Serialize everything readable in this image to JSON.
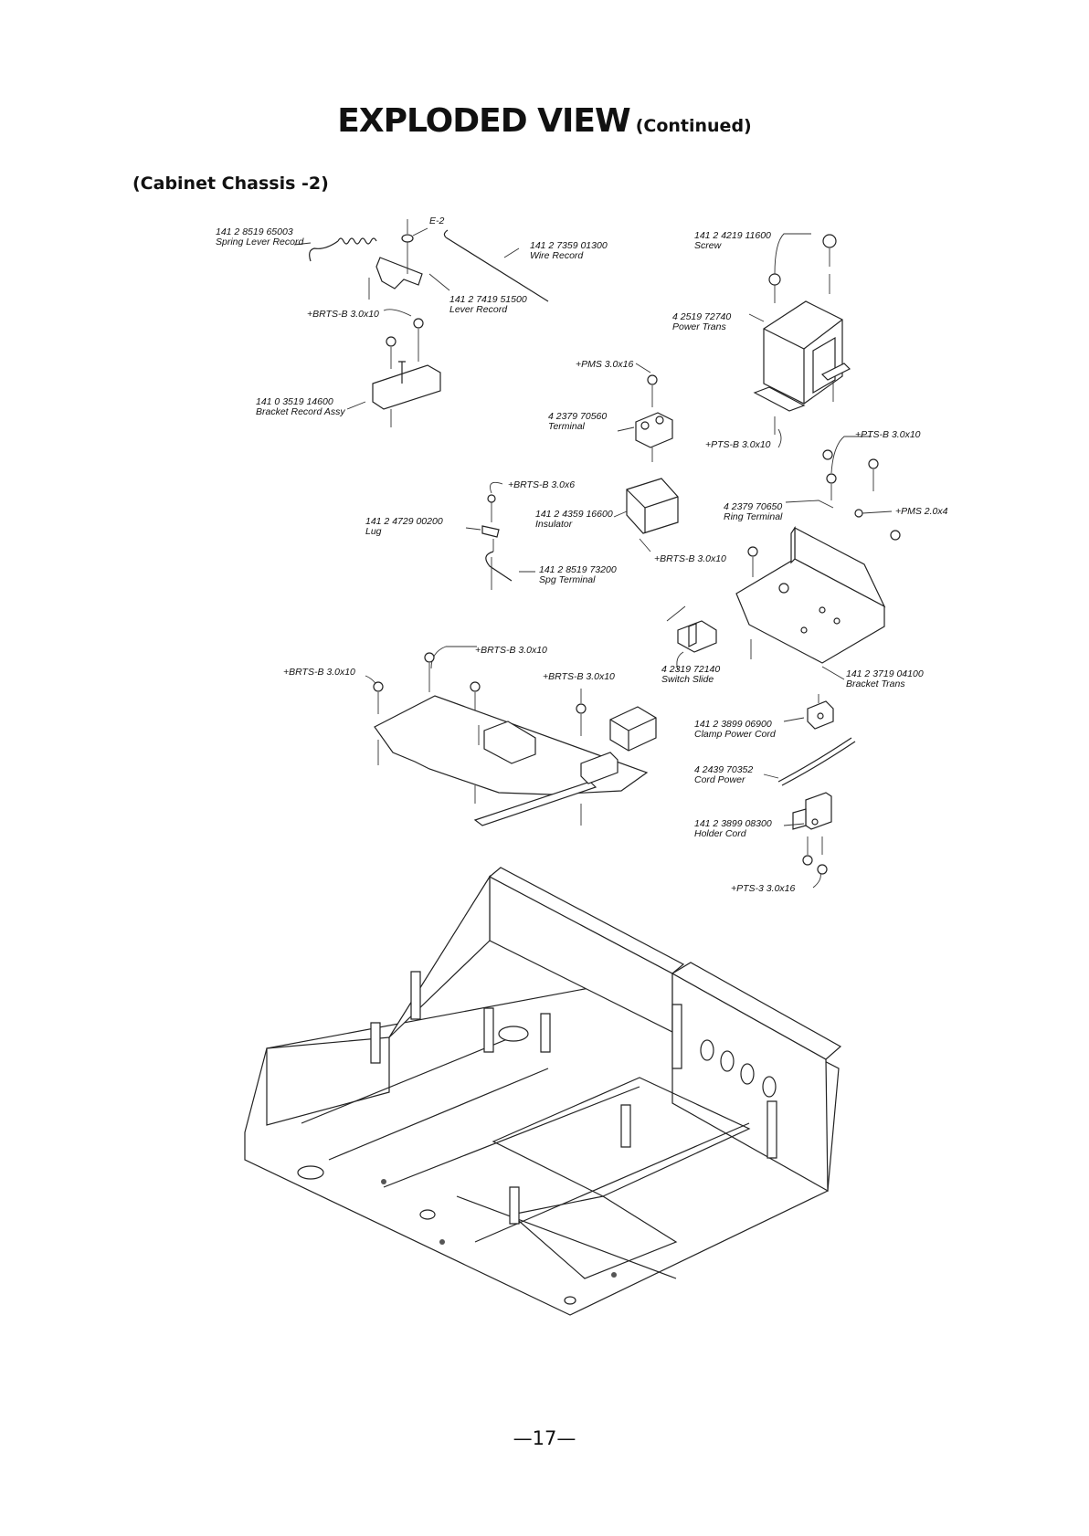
{
  "page": {
    "title": "EXPLODED VIEW",
    "title_suffix": "(Continued)",
    "section": "(Cabinet Chassis -2)",
    "page_number": "—17—"
  },
  "parts": {
    "spring_lever_record": {
      "code": "141 2 8519 65003",
      "name": "Spring Lever Record"
    },
    "e2": {
      "code": "E-2"
    },
    "wire_record": {
      "code": "141 2 7359 01300",
      "name": "Wire Record"
    },
    "lever_record": {
      "code": "141 2 7419 51500",
      "name": "Lever Record"
    },
    "screw_brts_b_1": {
      "code": "+BRTS-B 3.0x10"
    },
    "bracket_record_assy": {
      "code": "141 0 3519 14600",
      "name": "Bracket Record Assy"
    },
    "screw_part": {
      "code": "141 2 4219 11600",
      "name": "Screw"
    },
    "power_trans": {
      "code": "4 2519 72740",
      "name": "Power Trans"
    },
    "screw_pms_3": {
      "code": "+PMS 3.0x16"
    },
    "terminal": {
      "code": "4 2379 70560",
      "name": "Terminal"
    },
    "screw_pts_b_a": {
      "code": "+PTS-B 3.0x10"
    },
    "screw_pts_b_b": {
      "code": "+PTS-B 3.0x10"
    },
    "screw_brts_b_06": {
      "code": "+BRTS-B 3.0x6"
    },
    "insulator": {
      "code": "141 2 4359 16600",
      "name": "Insulator"
    },
    "ring_terminal": {
      "code": "4 2379 70650",
      "name": "Ring Terminal"
    },
    "screw_pms_2": {
      "code": "+PMS 2.0x4"
    },
    "lug": {
      "code": "141 2 4729 00200",
      "name": "Lug"
    },
    "screw_brts_b_2": {
      "code": "+BRTS-B 3.0x10"
    },
    "spg_terminal": {
      "code": "141 2 8519 73200",
      "name": "Spg Terminal"
    },
    "screw_brts_b_3": {
      "code": "+BRTS-B 3.0x10"
    },
    "screw_brts_b_4": {
      "code": "+BRTS-B 3.0x10"
    },
    "screw_brts_b_5": {
      "code": "+BRTS-B 3.0x10"
    },
    "switch_slide": {
      "code": "4 2319 72140",
      "name": "Switch Slide"
    },
    "bracket_trans": {
      "code": "141 2 3719 04100",
      "name": "Bracket Trans"
    },
    "clamp_power_cord": {
      "code": "141 2 3899 06900",
      "name": "Clamp Power Cord"
    },
    "cord_power": {
      "code": "4 2439 70352",
      "name": "Cord Power"
    },
    "holder_cord": {
      "code": "141 2 3899 08300",
      "name": "Holder Cord"
    },
    "screw_pts_3": {
      "code": "+PTS-3 3.0x16"
    }
  }
}
